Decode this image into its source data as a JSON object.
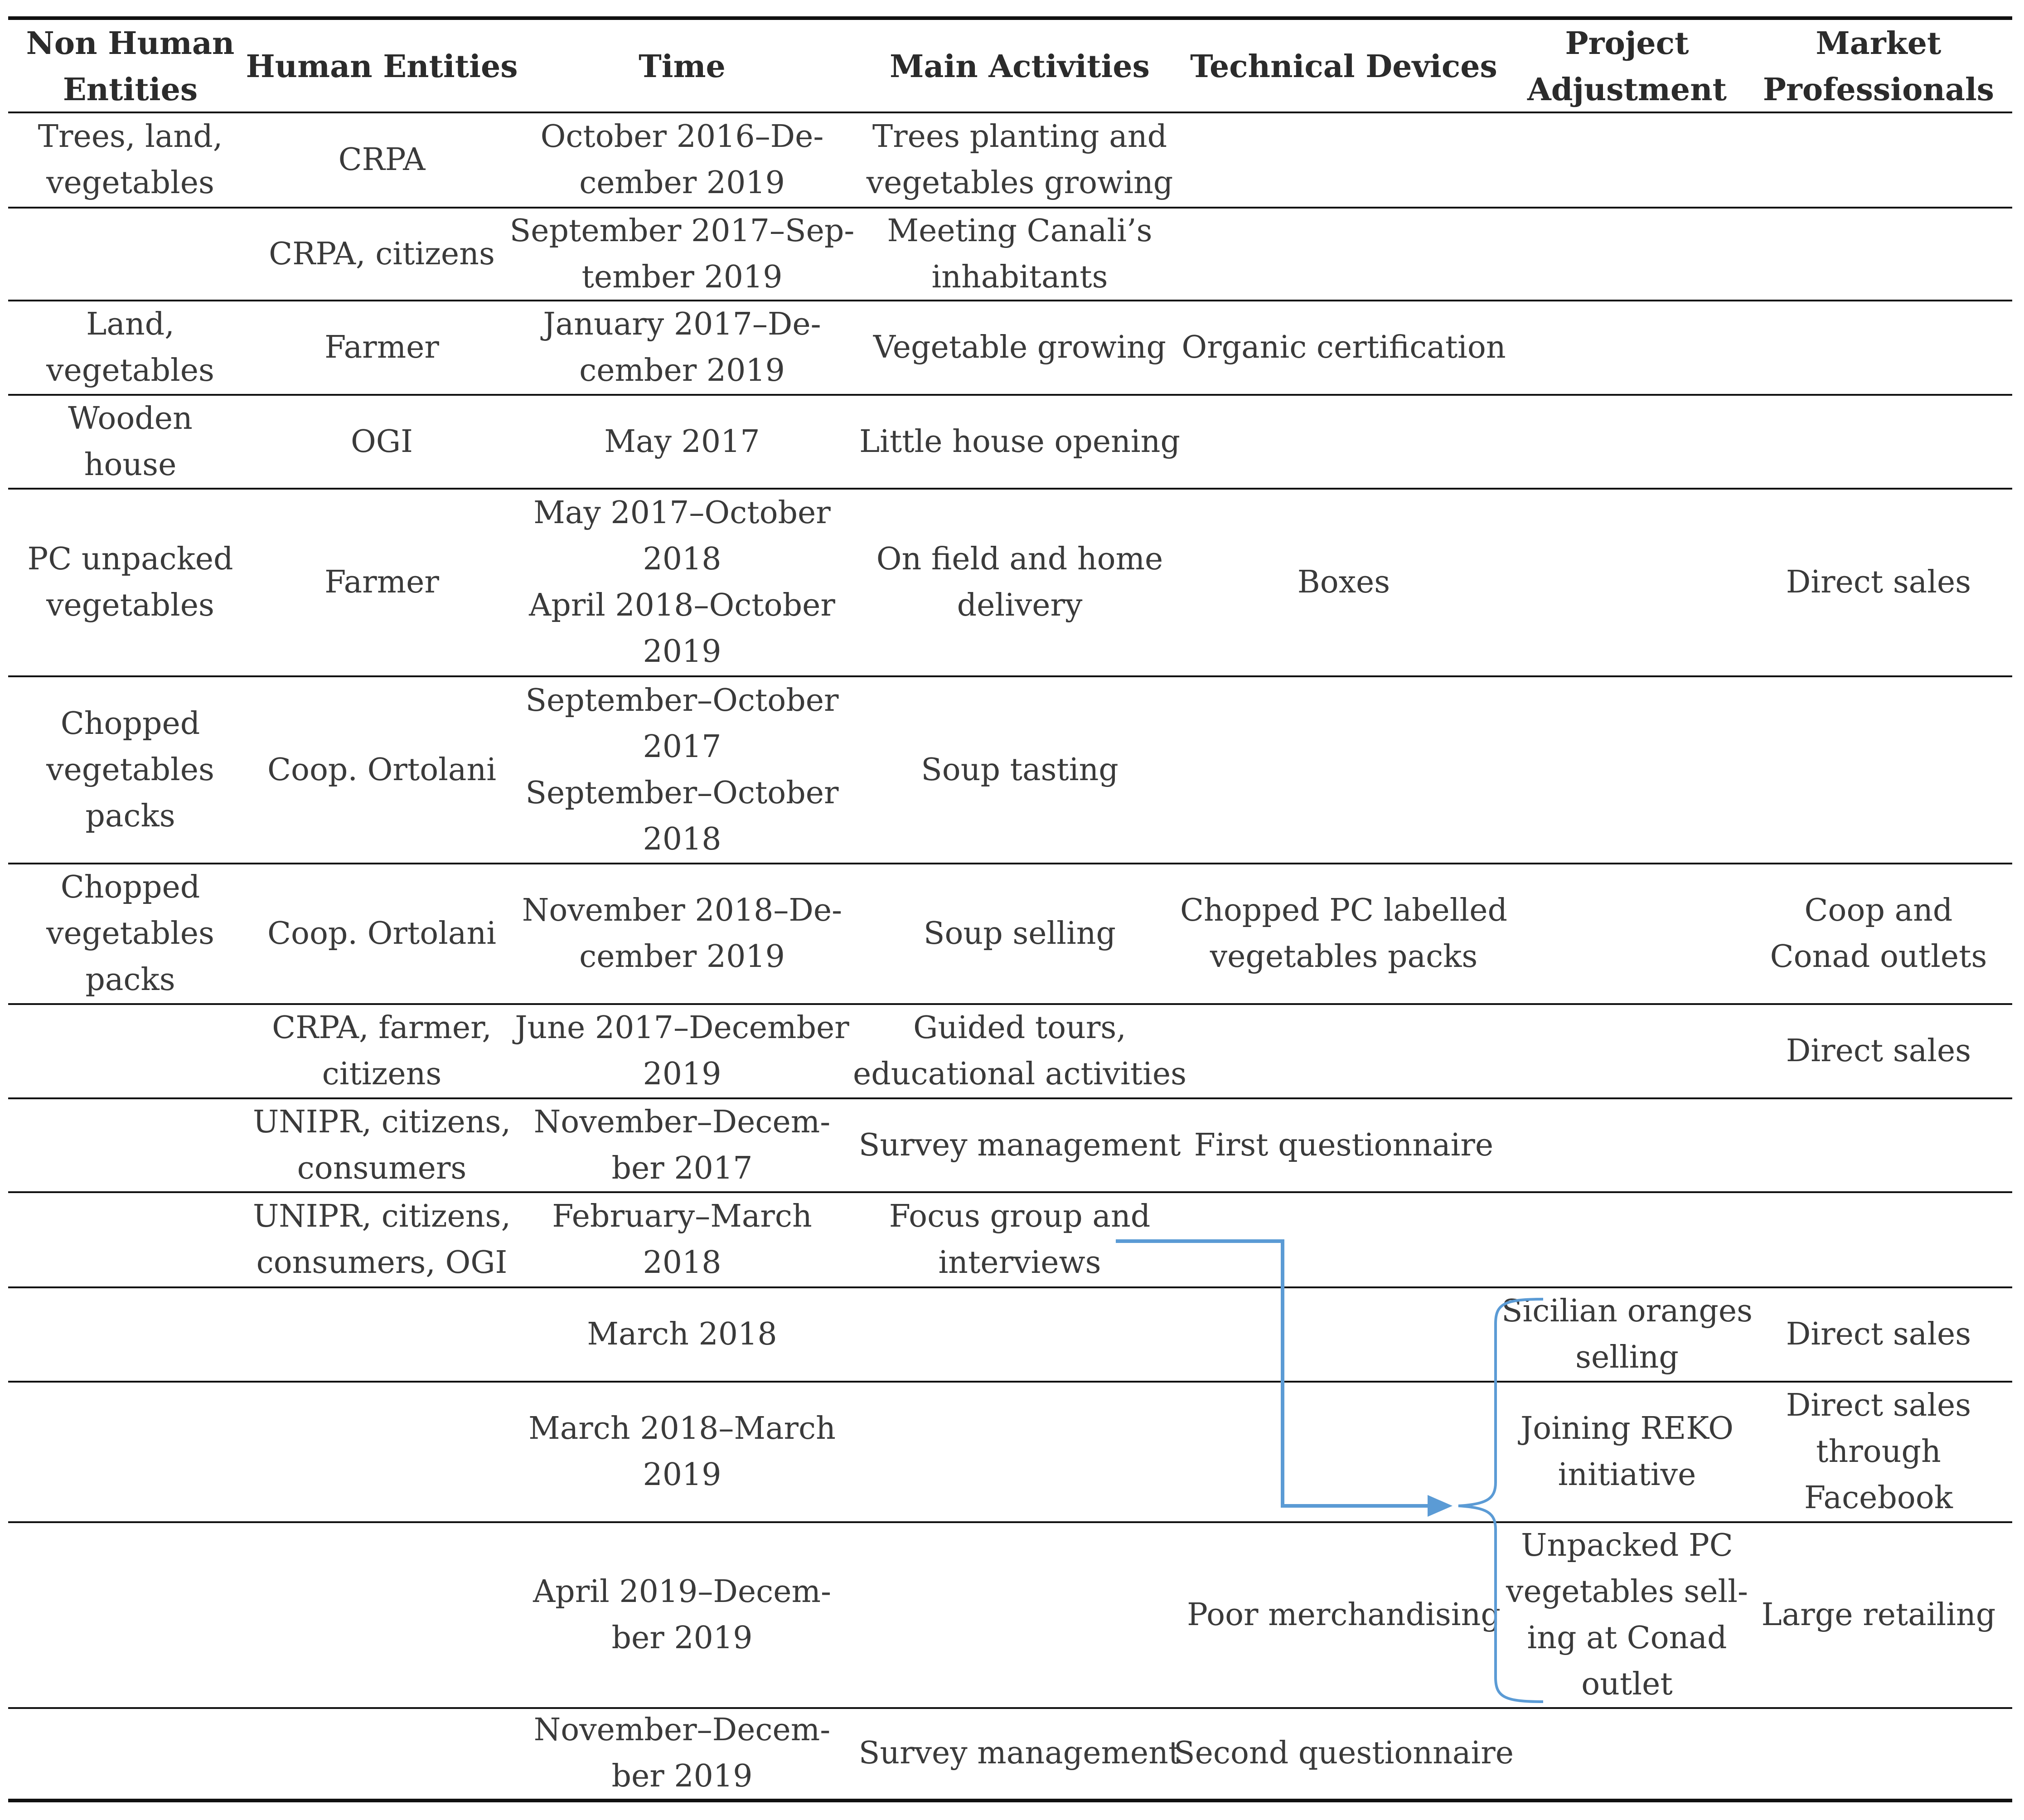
{
  "headers": [
    [
      "Non Human",
      "Entities"
    ],
    [
      "Human Entities"
    ],
    [
      "Time"
    ],
    [
      "Main Activities"
    ],
    [
      "Technical Devices"
    ],
    [
      "Project",
      "Adjustment"
    ],
    [
      "Market",
      "Professionals"
    ]
  ],
  "rows": [
    [
      [
        "Trees, land,",
        "vegetables"
      ],
      [
        "CRPA"
      ],
      [
        "October 2016–De-",
        "cember 2019"
      ],
      [
        "Trees planting and",
        "vegetables growing"
      ],
      [],
      [],
      []
    ],
    [
      [],
      [
        "CRPA, citizens"
      ],
      [
        "September 2017–Sep-",
        "tember 2019"
      ],
      [
        "Meeting Canali’s",
        "inhabitants"
      ],
      [],
      [],
      []
    ],
    [
      [
        "Land,",
        "vegetables"
      ],
      [
        "Farmer"
      ],
      [
        "January 2017–De-",
        "cember 2019"
      ],
      [
        "Vegetable growing"
      ],
      [
        "Organic certification"
      ],
      [],
      []
    ],
    [
      [
        "Wooden",
        "house"
      ],
      [
        "OGI"
      ],
      [
        "May 2017"
      ],
      [
        "Little house opening"
      ],
      [],
      [],
      []
    ],
    [
      [
        "PC unpacked",
        "vegetables"
      ],
      [
        "Farmer"
      ],
      [
        "May 2017–October",
        "2018",
        "April 2018–October",
        "2019"
      ],
      [
        "On field and home",
        "delivery"
      ],
      [
        "Boxes"
      ],
      [],
      [
        "Direct sales"
      ]
    ],
    [
      [
        "Chopped",
        "vegetables",
        "packs"
      ],
      [
        "Coop. Ortolani"
      ],
      [
        "September–October",
        "2017",
        "September–October",
        "2018"
      ],
      [
        "Soup tasting"
      ],
      [],
      [],
      []
    ],
    [
      [
        "Chopped",
        "vegetables",
        "packs"
      ],
      [
        "Coop. Ortolani"
      ],
      [
        "November 2018–De-",
        "cember 2019"
      ],
      [
        "Soup selling"
      ],
      [
        "Chopped PC labelled",
        "vegetables packs"
      ],
      [],
      [
        "Coop and",
        "Conad outlets"
      ]
    ],
    [
      [],
      [
        "CRPA, farmer,",
        "citizens"
      ],
      [
        "June 2017–December",
        "2019"
      ],
      [
        "Guided tours,",
        "educational activities"
      ],
      [],
      [],
      [
        "Direct sales"
      ]
    ],
    [
      [],
      [
        "UNIPR, citizens,",
        "consumers"
      ],
      [
        "November–Decem-",
        "ber 2017"
      ],
      [
        "Survey management"
      ],
      [
        "First questionnaire"
      ],
      [],
      []
    ],
    [
      [],
      [
        "UNIPR, citizens,",
        "consumers, OGI"
      ],
      [
        "February–March",
        "2018"
      ],
      [
        "Focus group and",
        "interviews"
      ],
      [],
      [],
      []
    ],
    [
      [],
      [],
      [
        "March 2018"
      ],
      [],
      [],
      [
        "Sicilian oranges",
        "selling"
      ],
      [
        "Direct sales"
      ]
    ],
    [
      [],
      [],
      [
        "March 2018–March",
        "2019"
      ],
      [],
      [],
      [
        "Joining REKO",
        "initiative"
      ],
      [
        "Direct sales",
        "through",
        "Facebook"
      ]
    ],
    [
      [],
      [],
      [
        "April 2019–Decem-",
        "ber 2019"
      ],
      [],
      [
        "Poor merchandising"
      ],
      [
        "Unpacked PC",
        "vegetables sell-",
        "ing at Conad",
        "outlet"
      ],
      [
        "Large retailing"
      ]
    ],
    [
      [],
      [],
      [
        "November–Decem-",
        "ber 2019"
      ],
      [
        "Survey management"
      ],
      [
        "Second questionnaire"
      ],
      [],
      []
    ]
  ],
  "colors": {
    "arrow": "#5b9bd5",
    "rule": "#111111",
    "text": "#3a3a3a"
  }
}
